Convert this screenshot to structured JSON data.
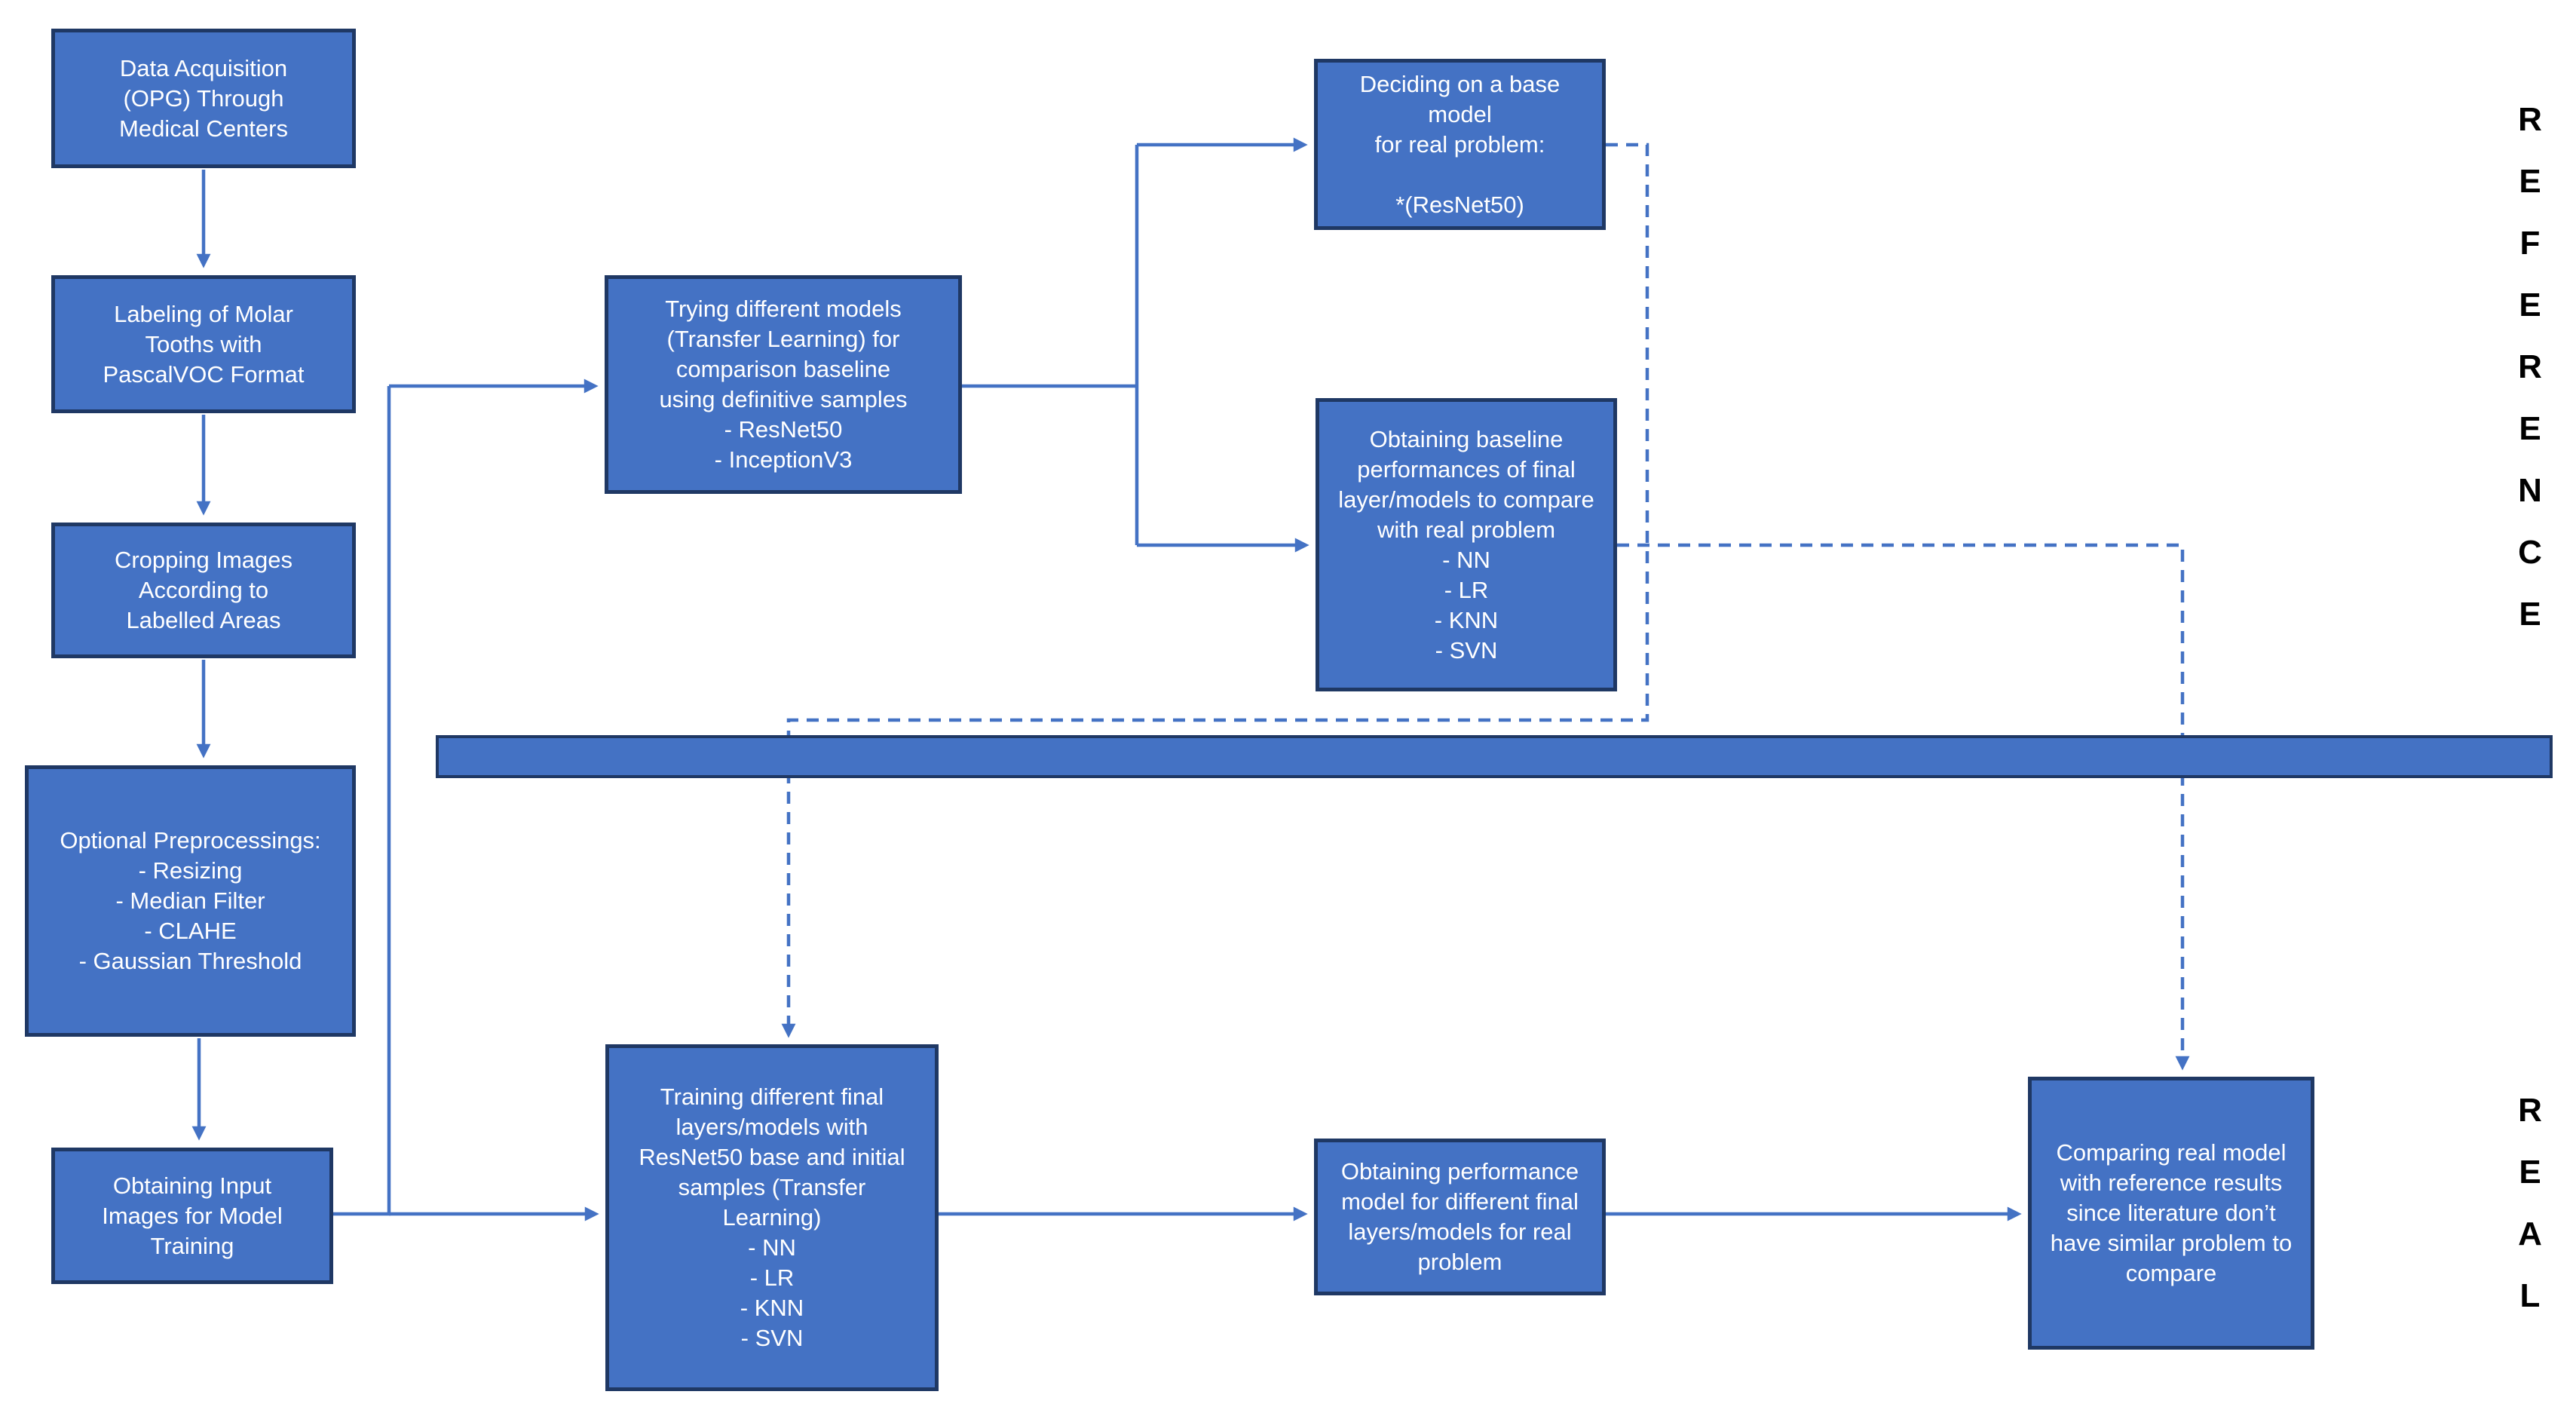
{
  "diagram": {
    "colors": {
      "box_fill": "#4472C4",
      "box_border": "#1F3864",
      "connector": "#4472C4",
      "section_label_text": "#000000",
      "background": "#FFFFFF"
    },
    "boxes": {
      "data_acquisition": {
        "text": "Data Acquisition\n(OPG) Through\nMedical Centers"
      },
      "labeling": {
        "text": "Labeling of Molar\nTooths with\nPascalVOC Format"
      },
      "cropping": {
        "text": "Cropping Images\nAccording to\nLabelled Areas"
      },
      "preprocessing": {
        "text": "Optional Preprocessings:\n- Resizing\n- Median Filter\n- CLAHE\n- Gaussian Threshold"
      },
      "input_images": {
        "text": "Obtaining Input\nImages for Model\nTraining"
      },
      "trying_models": {
        "text": "Trying different models\n(Transfer Learning) for\ncomparison baseline\nusing definitive samples\n- ResNet50\n- InceptionV3"
      },
      "deciding_base": {
        "text": "Deciding on a base model\nfor real problem:\n\n*(ResNet50)"
      },
      "baseline_performance": {
        "text": "Obtaining baseline\nperformances of final\nlayer/models to compare\nwith real problem\n- NN\n- LR\n- KNN\n- SVN"
      },
      "training_final_layers": {
        "text": "Training different final\nlayers/models with\nResNet50 base and initial\nsamples (Transfer\nLearning)\n- NN\n- LR\n- KNN\n- SVN"
      },
      "performance_real": {
        "text": "Obtaining performance\nmodel for different final\nlayers/models for real\nproblem"
      },
      "comparing": {
        "text": "Comparing real model\nwith reference results\nsince literature don’t\nhave similar problem to\ncompare"
      }
    },
    "section_labels": {
      "reference": "REFERENCE",
      "real": "REAL"
    }
  }
}
